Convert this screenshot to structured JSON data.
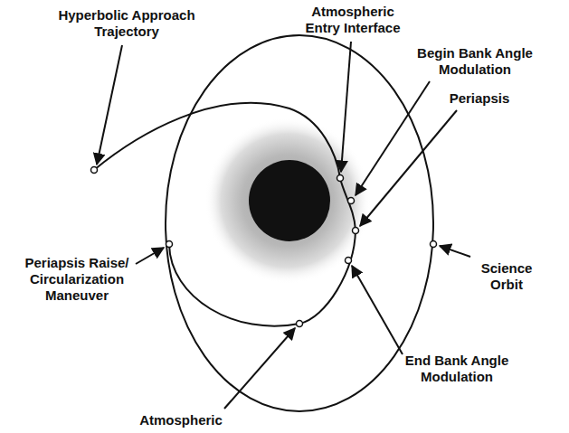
{
  "diagram": {
    "labels": [
      "Hyperbolic Approach Trajectory",
      "Atmospheric Entry Interface",
      "Begin Bank Angle Modulation",
      "Periapsis",
      "Science Orbit",
      "Periapsis Raise/ Circularization Maneuver",
      "End Bank Angle Modulation",
      "Atmospheric"
    ]
  }
}
